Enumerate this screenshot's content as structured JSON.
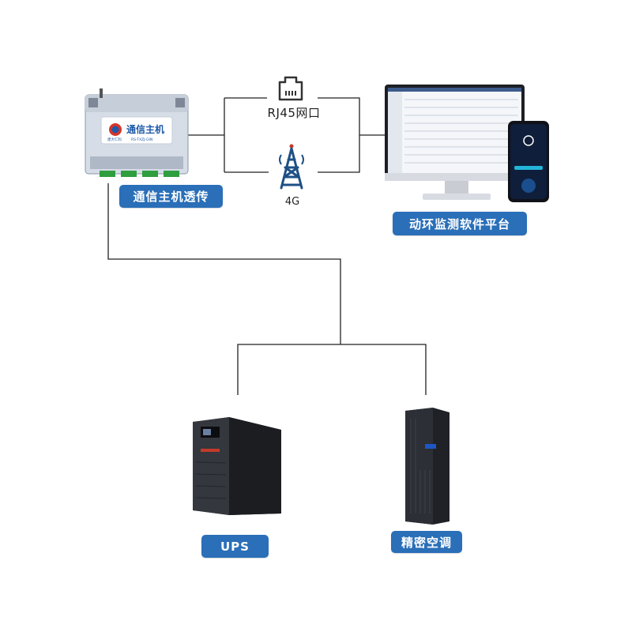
{
  "device": {
    "name": "通信主机",
    "model": "RS-TXZJ-GIN",
    "brand": "建大仁科",
    "badge_label": "通信主机透传"
  },
  "links": {
    "rj45_label": "RJ45网口",
    "cellular_label": "4G"
  },
  "platform": {
    "label": "动环监测软件平台"
  },
  "equipment": [
    {
      "label": "UPS"
    },
    {
      "label": "精密空调"
    }
  ],
  "colors": {
    "badge_bg": "#2a6fb8",
    "line": "#222222",
    "device_body": "#d6dde7",
    "terminal_green": "#2e9e3e"
  },
  "icons": {
    "rj45": "ethernet-port-icon",
    "tower": "cell-tower-icon"
  }
}
